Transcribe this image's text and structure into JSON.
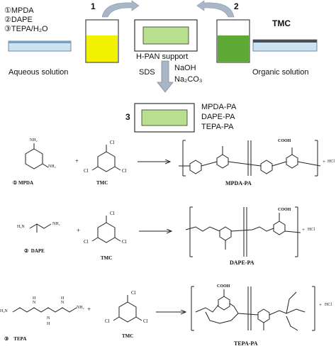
{
  "top": {
    "legend": [
      "①MPDA",
      "②DAPE",
      "③TEPA/H₂O"
    ],
    "aqueous_label": "Aqueous solution",
    "step1": "1",
    "step2": "2",
    "tmc_label": "TMC",
    "support_label": "H-PAN support",
    "organic_label": "Organic solution",
    "additive_sds": "SDS",
    "additive_naoh": "NaOH",
    "additive_na2co3": "Na₂CO₃",
    "step3": "3",
    "products": [
      "MPDA-PA",
      "DAPE-PA",
      "TEPA-PA"
    ]
  },
  "reactions": [
    {
      "monomer": "MPDA",
      "index": "①",
      "reagent": "TMC",
      "product": "MPDA-PA",
      "byproduct": "HCl",
      "plus": "+",
      "plus2": "+",
      "nh2_a": "NH₂",
      "nh2_b": "NH₂",
      "cl_top": "Cl",
      "cl_left": "Cl",
      "cl_right": "Cl",
      "cooh": "COOH"
    },
    {
      "monomer": "DAPE",
      "index": "②",
      "reagent": "TMC",
      "product": "DAPE-PA",
      "byproduct": "HCl",
      "plus": "+",
      "plus2": "+",
      "nh2_a": "H₂N",
      "nh2_b": "NH₂",
      "cl_top": "Cl",
      "cl_left": "Cl",
      "cl_right": "Cl",
      "cooh": "COOH"
    },
    {
      "monomer": "TEPA",
      "index": "③",
      "reagent": "TMC",
      "product": "TEPA-PA",
      "byproduct": "HCl",
      "plus": "+",
      "plus2": "+",
      "nh2_a": "H₂N",
      "nh2_b": "NH₂",
      "cl_top": "Cl",
      "cl_left": "Cl",
      "cl_right": "Cl",
      "cooh": "COOH",
      "n": "N",
      "h": "H"
    }
  ],
  "colors": {
    "aqueous": "#f2f200",
    "organic": "#5ea835",
    "support": "#b9e08e",
    "plate_light": "#cde3f2",
    "plate_dark": "#6b89a3",
    "arrow": "#a8b6c6"
  }
}
